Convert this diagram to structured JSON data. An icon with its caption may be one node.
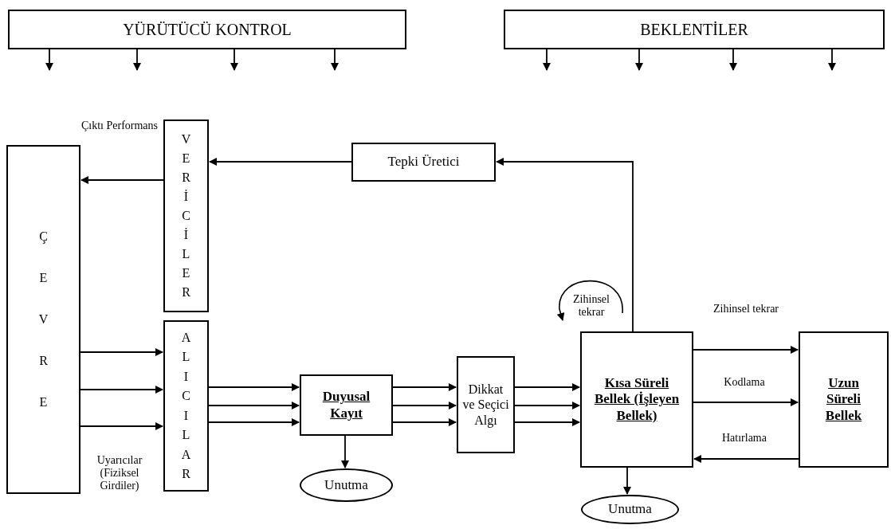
{
  "diagram": {
    "nodes": [
      {
        "text": [
          "YÜRÜTÜCÜ KONTROL"
        ]
      },
      {
        "text": [
          "BEKLENTİLER"
        ]
      },
      {
        "text": [
          "Ç E V R E"
        ]
      },
      {
        "text": [
          "V E R İ C İ L E R"
        ]
      },
      {
        "text": [
          "A L I C I L A R"
        ]
      },
      {
        "text": [
          "Tepki Üretici"
        ]
      },
      {
        "text": [
          "Duyusal Kayıt"
        ]
      },
      {
        "text": [
          "Dikkat ve Seçici Algı"
        ]
      },
      {
        "text": [
          "Kısa Süreli Bellek (İşleyen Bellek)"
        ]
      },
      {
        "text": [
          "Uzun Süreli Bellek"
        ]
      },
      {
        "text": [
          "Unutma"
        ]
      },
      {
        "text": [
          "Unutma"
        ]
      }
    ],
    "edges": [
      {
        "from": 0,
        "to": null,
        "arrow": "to"
      },
      {
        "from": 0,
        "to": null,
        "arrow": "to"
      },
      {
        "from": 0,
        "to": null,
        "arrow": "to"
      },
      {
        "from": 0,
        "to": null,
        "arrow": "to"
      },
      {
        "from": 1,
        "to": null,
        "arrow": "to"
      },
      {
        "from": 1,
        "to": null,
        "arrow": "to"
      },
      {
        "from": 1,
        "to": null,
        "arrow": "to"
      },
      {
        "from": 1,
        "to": null,
        "arrow": "to"
      },
      {
        "from": 3,
        "to": 2,
        "arrow": "to",
        "label": "Çıktı Performans"
      },
      {
        "from": 5,
        "to": 3,
        "arrow": "to"
      },
      {
        "from": 8,
        "to": 5,
        "arrow": "to"
      },
      {
        "from": 2,
        "to": 4,
        "arrow": "to"
      },
      {
        "from": 2,
        "to": 4,
        "arrow": "to"
      },
      {
        "from": 2,
        "to": 4,
        "arrow": "to"
      },
      {
        "from": 4,
        "to": 6,
        "arrow": "to"
      },
      {
        "from": 4,
        "to": 6,
        "arrow": "to"
      },
      {
        "from": 4,
        "to": 6,
        "arrow": "to"
      },
      {
        "from": 6,
        "to": 7,
        "arrow": "to"
      },
      {
        "from": 6,
        "to": 7,
        "arrow": "to"
      },
      {
        "from": 6,
        "to": 7,
        "arrow": "to"
      },
      {
        "from": 7,
        "to": 8,
        "arrow": "to"
      },
      {
        "from": 7,
        "to": 8,
        "arrow": "to"
      },
      {
        "from": 7,
        "to": 8,
        "arrow": "to"
      },
      {
        "from": 8,
        "to": 9,
        "arrow": "to",
        "label": "Zihinsel tekrar"
      },
      {
        "from": 8,
        "to": 9,
        "arrow": "to",
        "label": "Kodlama"
      },
      {
        "from": 9,
        "to": 8,
        "arrow": "to",
        "label": "Hatırlama"
      },
      {
        "from": 6,
        "to": 10,
        "arrow": "to"
      },
      {
        "from": 8,
        "to": 11,
        "arrow": "to"
      }
    ],
    "labels": [
      "Uyarıcılar (Fiziksel Girdiler)",
      "Zihinsel tekrar"
    ]
  }
}
